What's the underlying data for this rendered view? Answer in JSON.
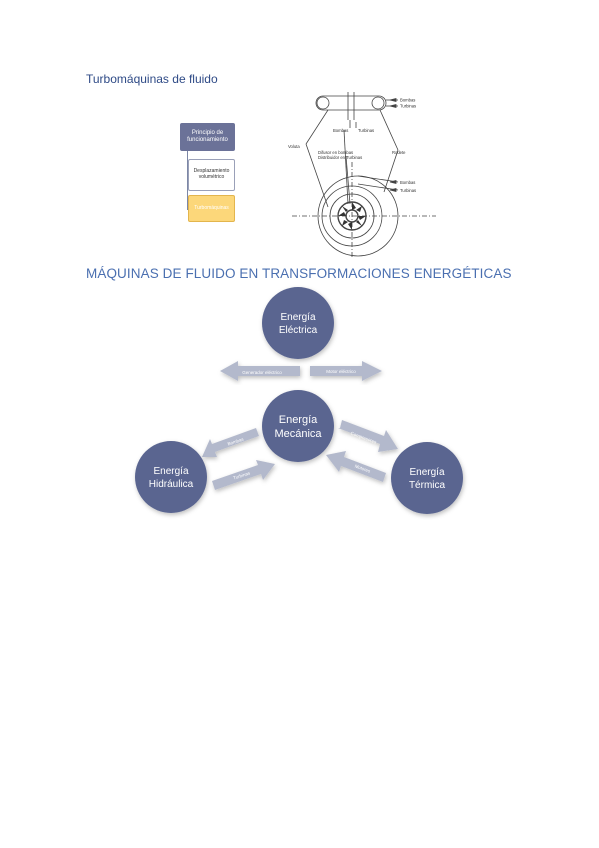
{
  "document": {
    "section_title": "Turbomáquinas de fluido",
    "scheme": {
      "root": "Principio de funcionamiento",
      "child_1": "Desplazamiento volumétrico",
      "child_2": "Turbomáquinas"
    },
    "drawing_labels": {
      "bombas_top": "Bombas",
      "turbinas_top": "Turbinas",
      "bombas_mid": "Bombas",
      "turbinas_mid": "Turbinas",
      "voluta": "Voluta",
      "rodete": "Rodete",
      "difusor": "Difusor en bombas",
      "distribuidor": "Distribuidor en Turbinas",
      "bombas_low": "Bombas",
      "turbinas_low": "Turbinas"
    },
    "heading2": "MÁQUINAS DE FLUIDO EN TRANSFORMACIONES ENERGÉTICAS",
    "energy_diagram": {
      "electrica": [
        "Energía",
        "Eléctrica"
      ],
      "mecanica": [
        "Energía",
        "Mecánica"
      ],
      "hidraulica": [
        "Energía",
        "Hidráulica"
      ],
      "termica": [
        "Energía",
        "Térmica"
      ],
      "generador": "Generador eléctrico",
      "motor": "Motor eléctrico",
      "bombas": "Bombas",
      "turbinas": "Turbinas",
      "compresores": "Compresores",
      "motores": "Motores"
    },
    "colors": {
      "circle": "#5a6590",
      "arrow": "#b3b9cc",
      "title_blue": "#2e4a86",
      "heading_blue": "#4a6fb0"
    }
  }
}
